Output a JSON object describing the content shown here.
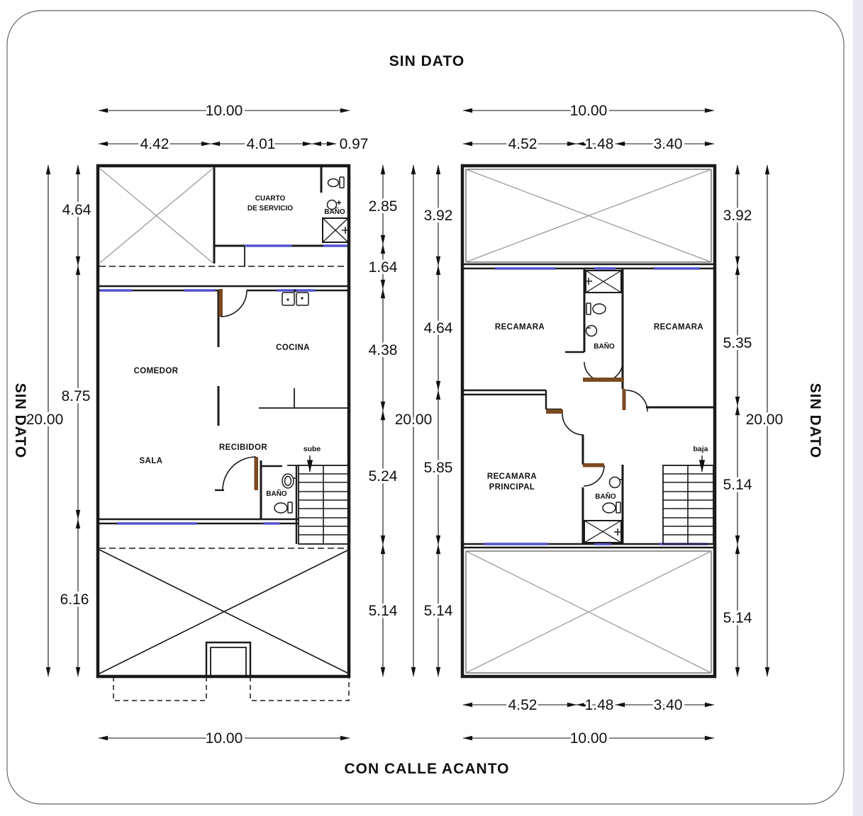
{
  "sheet": {
    "title_top": "SIN DATO",
    "title_left": "SIN DATO",
    "title_right": "SIN DATO",
    "title_bottom": "CON CALLE ACANTO"
  },
  "ground_floor": {
    "rooms": {
      "cuarto_servicio_1": "CUARTO",
      "cuarto_servicio_2": "DE SERVICIO",
      "bano_servicio": "BAÑO",
      "cocina": "COCINA",
      "comedor": "COMEDOR",
      "sala": "SALA",
      "recibidor": "RECIBIDOR",
      "bano": "BAÑO",
      "stairs": "sube"
    },
    "dims": {
      "top_total": "10.00",
      "top_segs": [
        "4.42",
        "4.01",
        "0.97"
      ],
      "left_total": "20.00",
      "left_segs": [
        "4.64",
        "8.75",
        "6.16"
      ],
      "right_segs": [
        "2.85",
        "1.64",
        "4.38",
        "5.24",
        "5.14"
      ],
      "mid_total": "20.00",
      "bottom_total": "10.00"
    }
  },
  "upper_floor": {
    "rooms": {
      "recamara_1": "RECAMARA",
      "bano_1": "BAÑO",
      "recamara_2": "RECAMARA",
      "recamara_principal_1": "RECAMARA",
      "recamara_principal_2": "PRINCIPAL",
      "bano_2": "BAÑO",
      "stairs": "baja"
    },
    "dims": {
      "top_total": "10.00",
      "top_segs": [
        "4.52",
        "1.48",
        "3.40"
      ],
      "left_segs": [
        "3.92",
        "4.64",
        "5.85",
        "5.14"
      ],
      "right_total": "20.00",
      "right_segs": [
        "3.92",
        "5.35",
        "5.14",
        "5.14"
      ],
      "bottom_segs": [
        "4.52",
        "1.48",
        "3.40"
      ],
      "bottom_total": "10.00"
    }
  },
  "colors": {
    "wall": "#1a1a1a",
    "window": "#5353cd",
    "door": "#7b4a21",
    "cross": "#9b9b9b",
    "edge": "#e8e8ee"
  }
}
